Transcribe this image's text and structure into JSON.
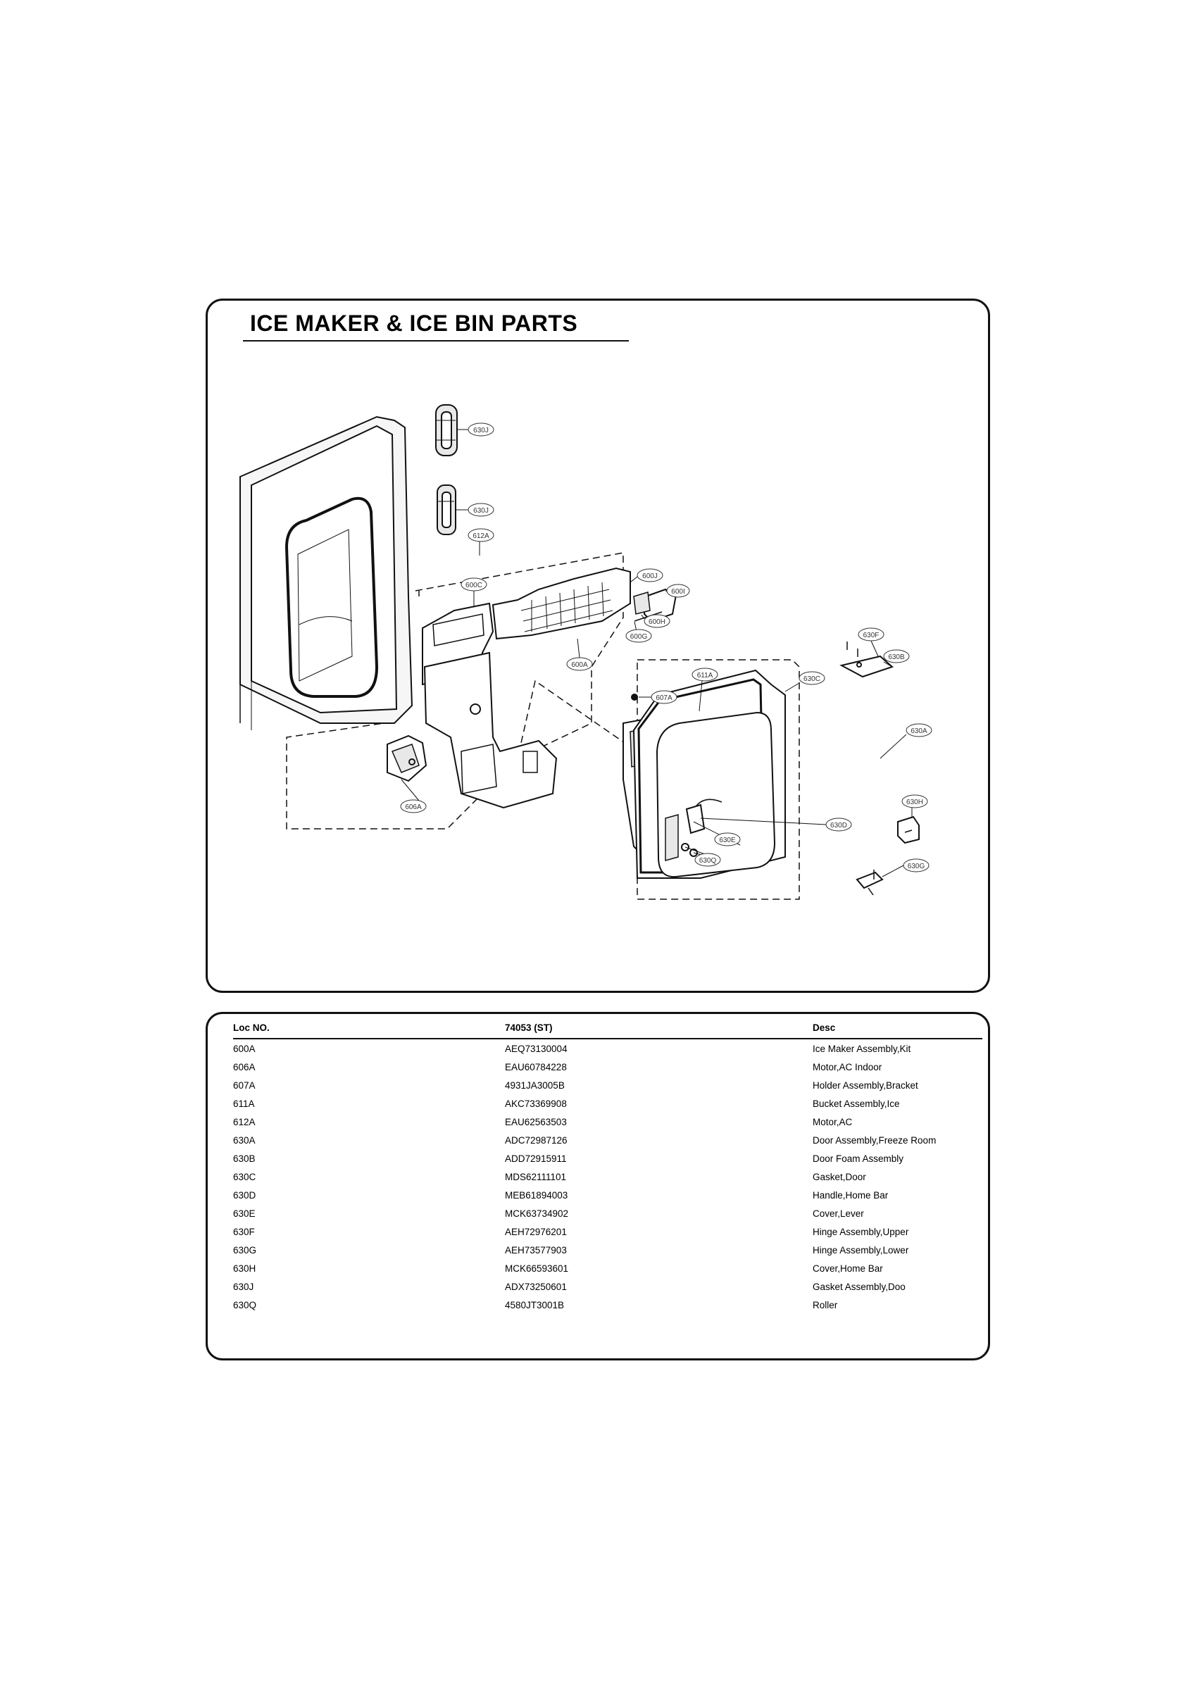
{
  "title": "ICE MAKER & ICE BIN PARTS",
  "callouts": [
    "630J",
    "630J",
    "612A",
    "600C",
    "600J",
    "600I",
    "600H",
    "600G",
    "600A",
    "607A",
    "611A",
    "630F",
    "630B",
    "630C",
    "630A",
    "606A",
    "630H",
    "630D",
    "630E",
    "630Q",
    "630G"
  ],
  "table": {
    "headers": [
      "Loc NO.",
      "74053 (ST)",
      "Desc"
    ],
    "rows": [
      [
        "600A",
        "AEQ73130004",
        "Ice Maker Assembly,Kit"
      ],
      [
        "606A",
        "EAU60784228",
        "Motor,AC Indoor"
      ],
      [
        "607A",
        "4931JA3005B",
        "Holder Assembly,Bracket"
      ],
      [
        "611A",
        "AKC73369908",
        "Bucket Assembly,Ice"
      ],
      [
        "612A",
        "EAU62563503",
        "Motor,AC"
      ],
      [
        "630A",
        "ADC72987126",
        "Door Assembly,Freeze Room"
      ],
      [
        "630B",
        "ADD72915911",
        "Door Foam Assembly"
      ],
      [
        "630C",
        "MDS62111101",
        "Gasket,Door"
      ],
      [
        "630D",
        "MEB61894003",
        "Handle,Home Bar"
      ],
      [
        "630E",
        "MCK63734902",
        "Cover,Lever"
      ],
      [
        "630F",
        "AEH72976201",
        "Hinge Assembly,Upper"
      ],
      [
        "630G",
        "AEH73577903",
        "Hinge Assembly,Lower"
      ],
      [
        "630H",
        "MCK66593601",
        "Cover,Home Bar"
      ],
      [
        "630J",
        "ADX73250601",
        "Gasket Assembly,Doo"
      ],
      [
        "630Q",
        "4580JT3001B",
        "Roller"
      ]
    ]
  }
}
